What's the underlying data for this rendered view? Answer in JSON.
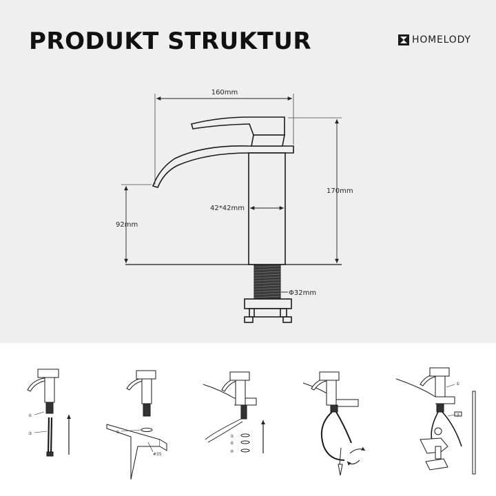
{
  "header": {
    "title": "PRODUKT STRUKTUR",
    "brand": "HOMELODY",
    "brand_icon": "hourglass-logo-icon"
  },
  "dimensions": {
    "width": "160mm",
    "height": "170mm",
    "spout_height": "92mm",
    "body_section": "42*42mm",
    "thread_diameter": "Φ32mm"
  },
  "installation_steps": {
    "step1": {
      "callout_1": "①",
      "callout_3": "③"
    },
    "step2": {
      "callout_2": "②",
      "hole": "#35"
    },
    "step3": {
      "callout_5": "⑤",
      "callout_6": "⑥",
      "callout_4": "④"
    },
    "step5": {
      "callout_1": "①",
      "callout_3": "③"
    }
  },
  "colors": {
    "top_background": "#efefef",
    "bottom_background": "#ffffff",
    "line": "#1a1a1a"
  }
}
